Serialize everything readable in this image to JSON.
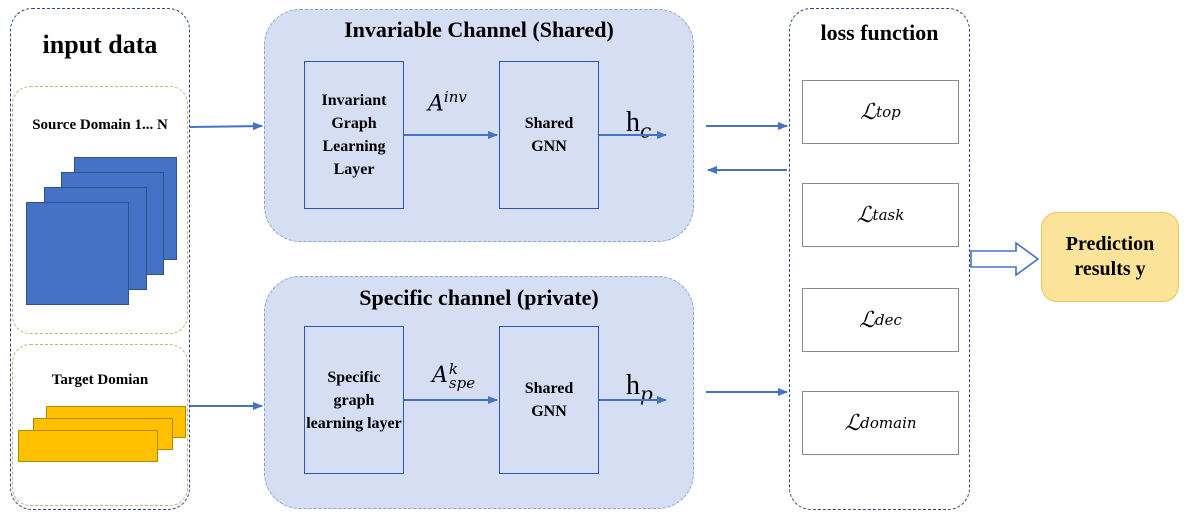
{
  "input_panel": {
    "title": "input data",
    "source_label": "Source Domain 1... N",
    "target_label": "Target Domian"
  },
  "invariable_channel": {
    "title": "Invariable Channel (Shared)",
    "learning_layer": "Invariant Graph Learning Layer",
    "edge_label": "A",
    "edge_label_sup": "inv",
    "gnn_label": "Shared GNN",
    "output_label": "h",
    "output_sub": "c"
  },
  "specific_channel": {
    "title": "Specific channel (private)",
    "learning_layer": "Specific graph learning layer",
    "edge_label": "A",
    "edge_label_sup": "k",
    "edge_label_sub": "spe",
    "gnn_label": "Shared GNN",
    "output_label": "h",
    "output_sub": "p"
  },
  "loss_panel": {
    "title": "loss function",
    "items": [
      {
        "symbol": "ℒ",
        "sub": "top"
      },
      {
        "symbol": "ℒ",
        "sub": "task"
      },
      {
        "symbol": "ℒ",
        "sub": "dec"
      },
      {
        "symbol": "ℒ",
        "sub": "domain"
      }
    ]
  },
  "prediction": {
    "label": "Prediction results y"
  },
  "colors": {
    "channel_fill": "#d5def3",
    "arrow": "#4472c4",
    "source_squares": "#4472c4",
    "target_rects": "#ffc000",
    "prediction_fill": "#fbe39a"
  }
}
